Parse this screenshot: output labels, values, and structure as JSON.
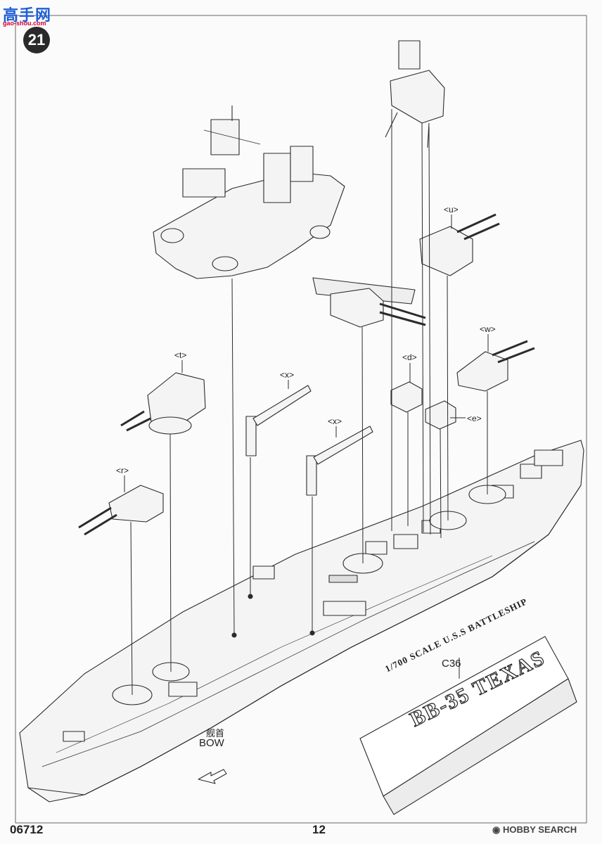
{
  "watermark": {
    "chars": "高手网",
    "url": "gao-shou.com"
  },
  "step": "21",
  "labels": {
    "u": "<u>",
    "w": "<w>",
    "t": "<t>",
    "x1": "<x>",
    "x2": "<x>",
    "d": "<d>",
    "e": "<e>",
    "r": "<r>"
  },
  "part_code": "C36",
  "plate": {
    "line1": "1/700 SCALE U.S.S BATTLESHIP",
    "line2": "BB-35 TEXAS"
  },
  "bow": {
    "cn": "舰首",
    "en": "BOW"
  },
  "footer": {
    "code": "06712",
    "page": "12",
    "brand": "HOBBY SEARCH"
  },
  "colors": {
    "line": "#2b2b2b",
    "badge": "#2a2a2a",
    "watermark_blue": "#1f5fd8",
    "watermark_red": "#d8232a"
  }
}
